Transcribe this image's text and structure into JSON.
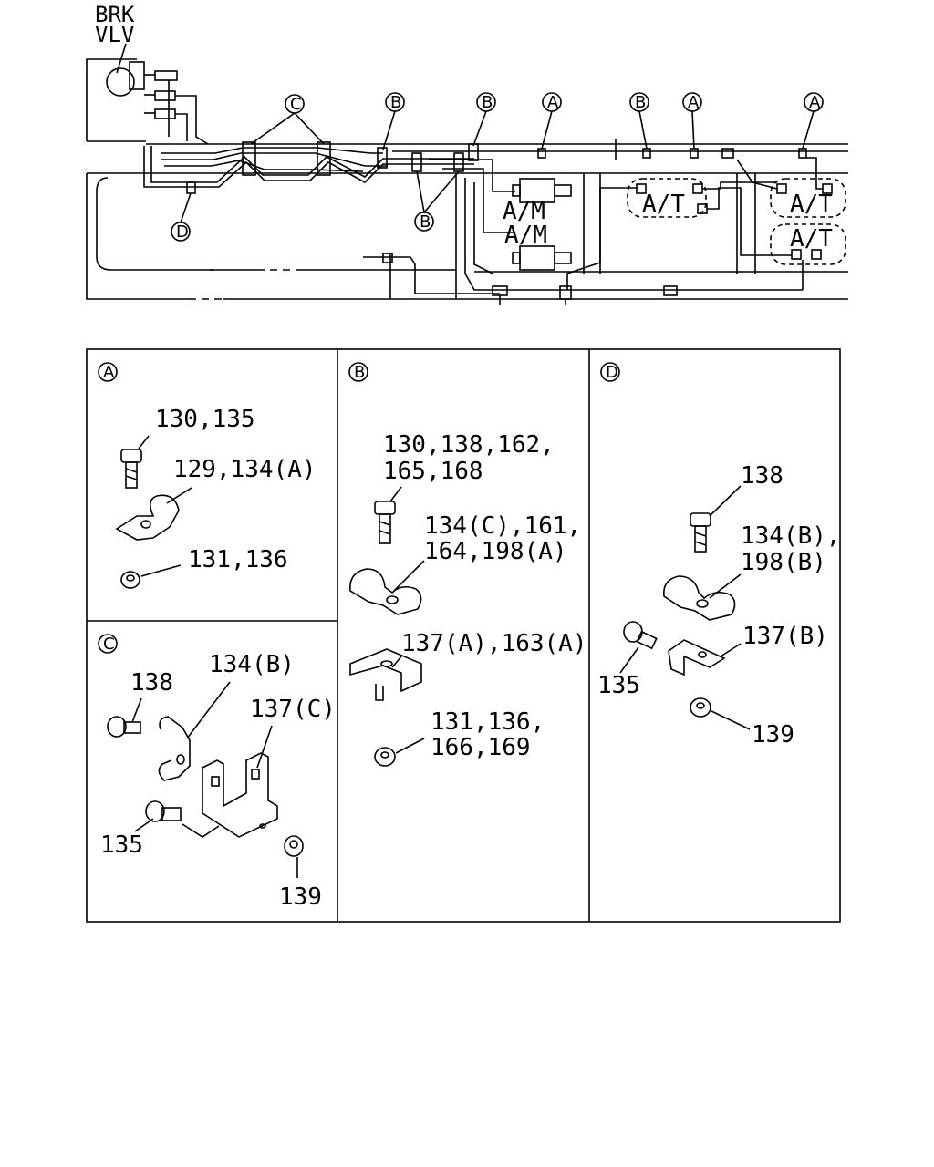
{
  "top": {
    "brk_line1": "BRK",
    "brk_line2": "VLV",
    "callouts": [
      "C",
      "B",
      "B",
      "A",
      "B",
      "A",
      "A",
      "D",
      "B"
    ],
    "boxes": [
      "A/M",
      "A/M",
      "A/T",
      "A/T",
      "A/T"
    ]
  },
  "panels": {
    "A": {
      "letter": "A",
      "bolt": "130,135",
      "clip": "129,134(A)",
      "nut": "131,136"
    },
    "B": {
      "letter": "B",
      "bolt_1": "130,138,162,",
      "bolt_2": "165,168",
      "clip_1": "134(C),161,",
      "clip_2": "164,198(A)",
      "bracket": "137(A),163(A)",
      "nut_1": "131,136,",
      "nut_2": "166,169"
    },
    "C": {
      "letter": "C",
      "bolt": "138",
      "clip": "134(B)",
      "bracket": "137(C)",
      "bolt_2": "135",
      "nut": "139"
    },
    "D": {
      "letter": "D",
      "bolt": "138",
      "clip_1": "134(B),",
      "clip_2": "198(B)",
      "bracket": "137(B)",
      "bolt_2": "135",
      "nut": "139"
    }
  }
}
